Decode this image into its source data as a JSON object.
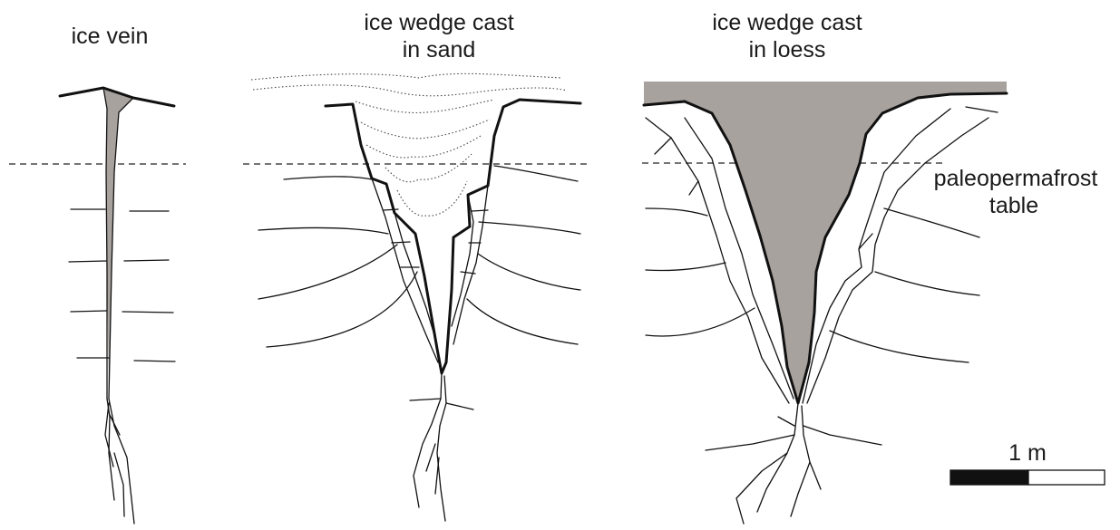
{
  "labels": {
    "ice_vein": "ice vein",
    "sand_line1": "ice wedge cast",
    "sand_line2": "in sand",
    "loess_line1": "ice wedge cast",
    "loess_line2": "in loess",
    "table_line1": "paleopermafrost",
    "table_line2": "table",
    "scale": "1 m"
  },
  "colors": {
    "fill": "#a8a29e",
    "line": "#111111",
    "scale_dark": "#111111",
    "scale_light": "#ffffff"
  }
}
